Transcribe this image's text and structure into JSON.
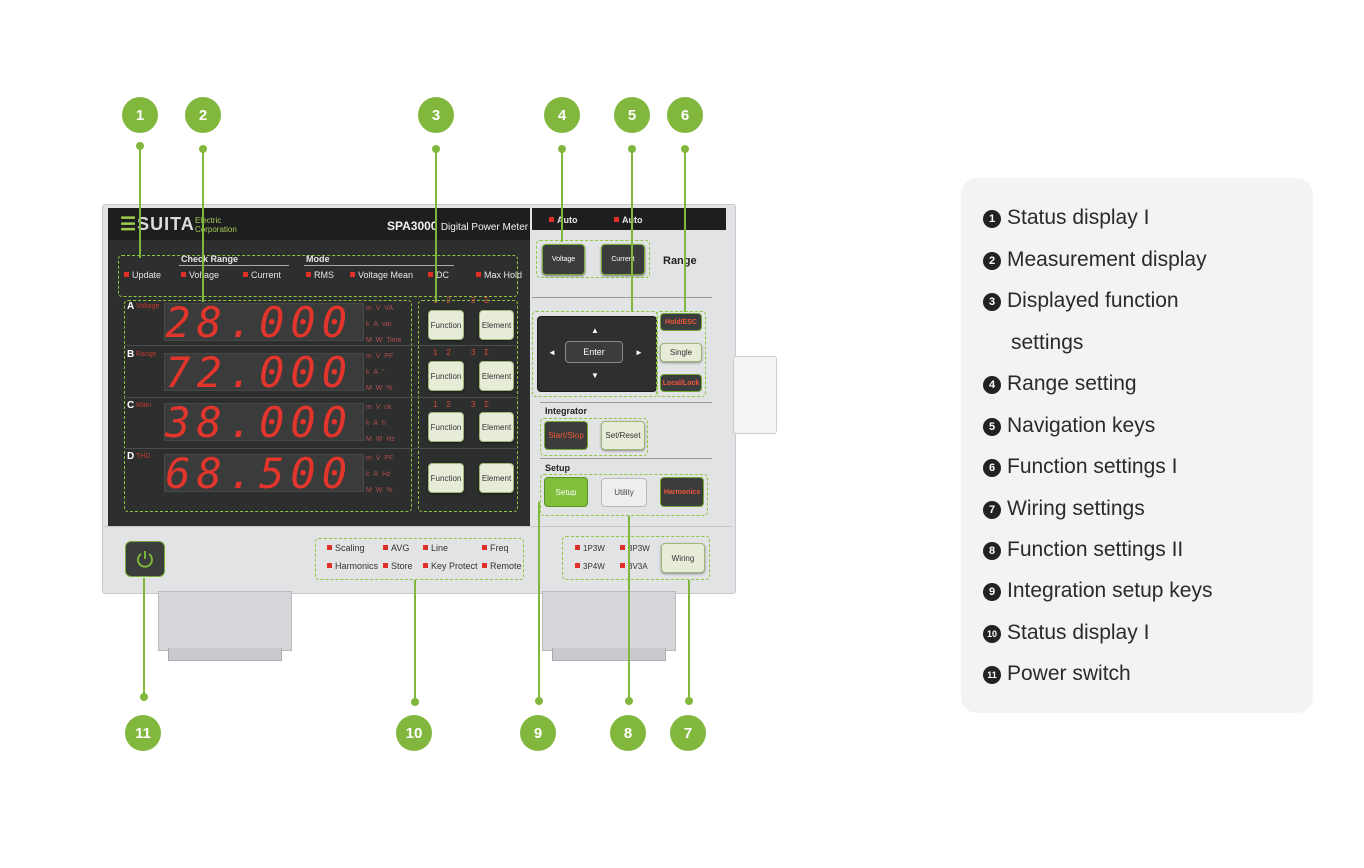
{
  "device": {
    "brand": "SUITA",
    "brand_sub_1": "Electric",
    "brand_sub_2": "Corporation",
    "model": "SPA3000",
    "model_desc": "Digital Power Meter",
    "status_top": {
      "check_range_title": "Check Range",
      "mode_title": "Mode",
      "update": "Update",
      "voltage": "Voltage",
      "current": "Current",
      "rms": "RMS",
      "voltage_mean": "Voltage Mean",
      "dc": "DC",
      "max_hold": "Max Hold"
    },
    "rows": [
      {
        "letter": "A",
        "sub": "Voltage",
        "value": "28.000",
        "units": [
          "m",
          "V",
          "VA",
          "k",
          "A",
          "var",
          "M",
          "W",
          "Time"
        ],
        "nums": [
          "1",
          "2",
          "3",
          "Σ"
        ]
      },
      {
        "letter": "B",
        "sub": "Range",
        "value": "72.000",
        "units": [
          "m",
          "V",
          "PF",
          "k",
          "A",
          "°",
          "M",
          "W",
          "%"
        ],
        "nums": [
          "1",
          "2",
          "3",
          "Σ"
        ]
      },
      {
        "letter": "C",
        "sub": "Main",
        "value": "38.000",
        "units": [
          "m",
          "V",
          "ck",
          "k",
          "A",
          "h",
          "M",
          "W",
          "Hz"
        ],
        "nums": [
          "1",
          "2",
          "3",
          "Σ"
        ]
      },
      {
        "letter": "D",
        "sub": "THD",
        "value": "68.500",
        "units": [
          "m",
          "V",
          "PF",
          "k",
          "A",
          "Hz",
          "M",
          "W",
          "%"
        ],
        "nums": []
      }
    ],
    "function_key": "Function",
    "element_key": "Element",
    "range": {
      "auto1": "Auto",
      "auto2": "Auto",
      "voltage_btn": "Voltage",
      "current_btn": "Current",
      "label": "Range"
    },
    "nav": {
      "enter": "Enter",
      "up": "▲",
      "down": "▼",
      "left": "◄",
      "right": "►",
      "hold_esc": "Hold/ESC",
      "single": "Single",
      "local_lock": "Local/Lock"
    },
    "integrator": {
      "label": "Integrator",
      "start_stop": "Start/Stop",
      "set_reset": "Set/Reset"
    },
    "setup": {
      "label": "Setup",
      "setup_btn": "Setup",
      "utility_btn": "Utility",
      "harmonics_btn": "Harmonics"
    },
    "status_bottom": {
      "scaling": "Scaling",
      "avg": "AVG",
      "line": "Line",
      "freq": "Freq",
      "harmonics": "Harmonics",
      "store": "Store",
      "key_protect": "Key Protect",
      "remote": "Remote"
    },
    "wiring": {
      "w1": "1P3W",
      "w2": "3P3W",
      "w3": "3P4W",
      "w4": "3V3A",
      "button": "Wiring"
    },
    "power_icon": "power-icon"
  },
  "callouts": [
    "1",
    "2",
    "3",
    "4",
    "5",
    "6",
    "7",
    "8",
    "9",
    "10",
    "11"
  ],
  "legend": [
    {
      "num": "1",
      "text": "Status display I"
    },
    {
      "num": "2",
      "text": "Measurement display"
    },
    {
      "num": "3",
      "text": "Displayed function"
    },
    {
      "num": "",
      "text": "settings"
    },
    {
      "num": "4",
      "text": "Range setting"
    },
    {
      "num": "5",
      "text": "Navigation keys"
    },
    {
      "num": "6",
      "text": "Function settings I"
    },
    {
      "num": "7",
      "text": "Wiring settings"
    },
    {
      "num": "8",
      "text": "Function settings II"
    },
    {
      "num": "9",
      "text": "Integration setup keys"
    },
    {
      "num": "10",
      "text": "Status display I"
    },
    {
      "num": "11",
      "text": "Power switch"
    }
  ],
  "colors": {
    "accent": "#80b73c",
    "led": "#e0302a",
    "panel": "#2d2e2e"
  }
}
